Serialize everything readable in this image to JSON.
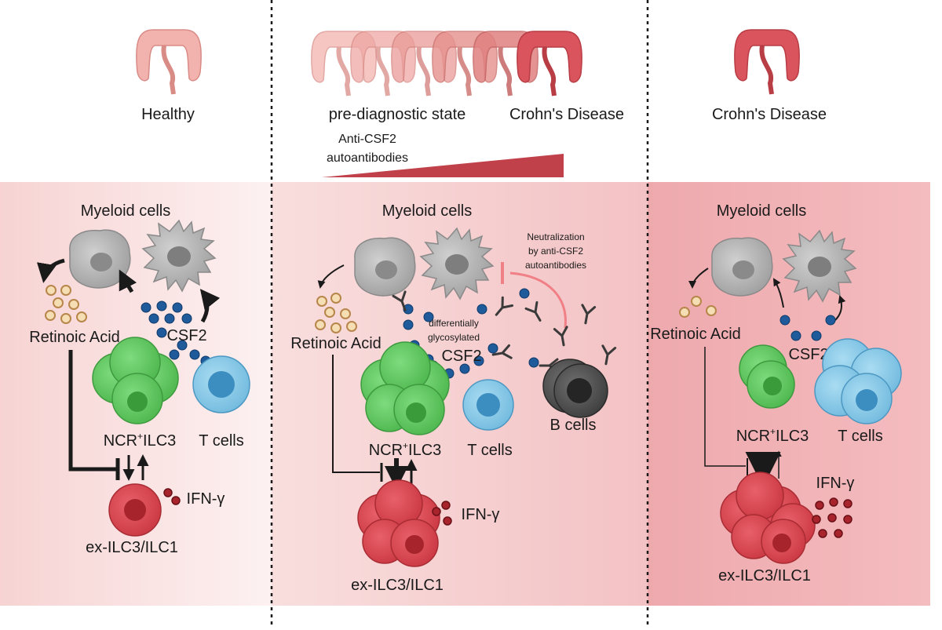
{
  "columns": {
    "left": {
      "title": "Healthy",
      "myeloid": "Myeloid cells",
      "retinoic": "Retinoic Acid",
      "csf2": "CSF2",
      "ncr_prefix": "NCR",
      "ncr_sup": "+",
      "ncr_suffix": "ILC3",
      "tcells": "T cells",
      "exilc": "ex-ILC3/ILC1",
      "ifng": "IFN-γ"
    },
    "middle": {
      "title_left": "pre-diagnostic state",
      "title_right": "Crohn's Disease",
      "anti_line1": "Anti-CSF2",
      "anti_line2": "autoantibodies",
      "myeloid": "Myeloid cells",
      "neut_line1": "Neutralization",
      "neut_line2": "by anti-CSF2",
      "neut_line3": "autoantibodies",
      "diff_line1": "differentially",
      "diff_line2": "glycosylated",
      "retinoic": "Retinoic Acid",
      "csf2": "CSF2",
      "ncr_prefix": "NCR",
      "ncr_sup": "+",
      "ncr_suffix": "ILC3",
      "tcells": "T cells",
      "bcells": "B cells",
      "exilc": "ex-ILC3/ILC1",
      "ifng": "IFN-γ"
    },
    "right": {
      "title": "Crohn's Disease",
      "myeloid": "Myeloid cells",
      "retinoic": "Retinoic Acid",
      "csf2": "CSF2",
      "ncr_prefix": "NCR",
      "ncr_sup": "+",
      "ncr_suffix": "ILC3",
      "tcells": "T cells",
      "exilc": "ex-ILC3/ILC1",
      "ifng": "IFN-γ"
    }
  },
  "colors": {
    "healthy_colon": "#f2b3ae",
    "disease_colon": "#d9545c",
    "retinoic_fill": "#f5deb3",
    "retinoic_stroke": "#b8864b",
    "csf2_blue": "#1f5a9a",
    "ilc3_green": "#6fcf6f",
    "tcell_blue": "#8ccbe8",
    "exilc_red": "#d9424a",
    "bcell_gray": "#555555",
    "myeloid_gray": "#a8a8a8",
    "gradient_red": "#c0414a"
  }
}
